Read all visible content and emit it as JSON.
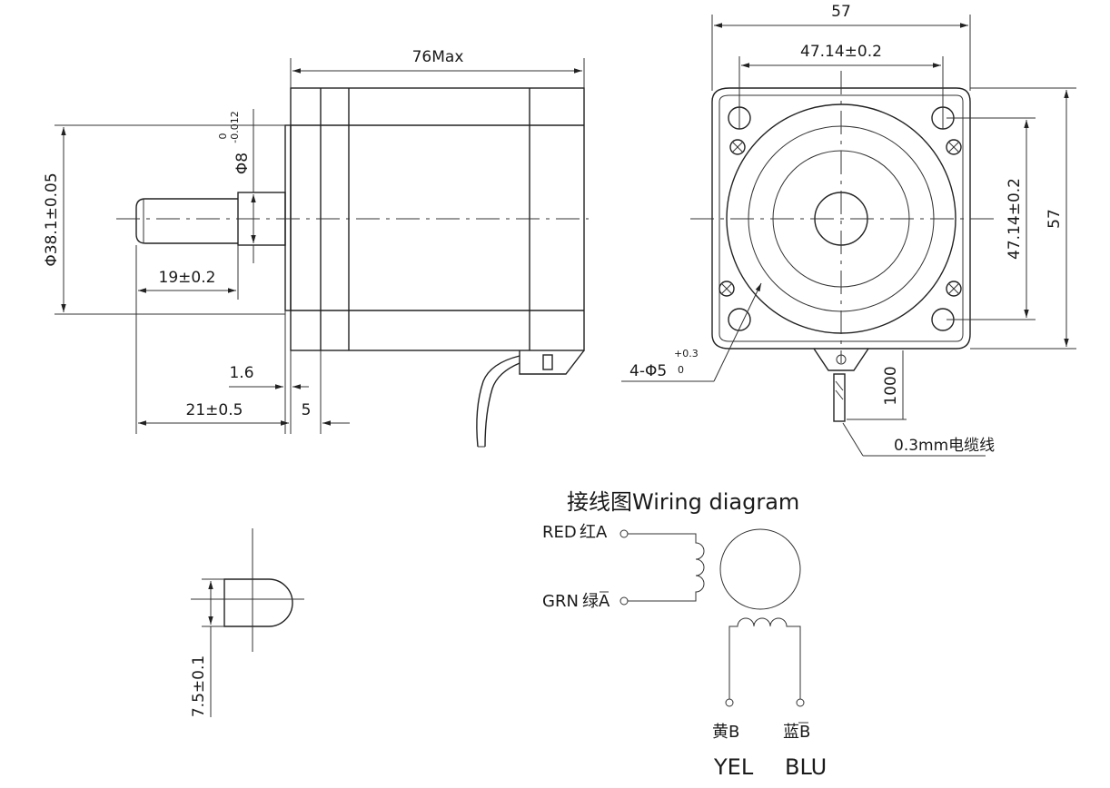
{
  "dimensions": {
    "overall_length": "76Max",
    "width_top": "57",
    "hole_spacing_top": "47.14±0.2",
    "hole_spacing_side": "47.14±0.2",
    "height_side": "57",
    "pilot_diameter": "Φ38.1±0.05",
    "shaft_diameter": "Φ8",
    "shaft_tolerance_upper": "0",
    "shaft_tolerance_lower": "-0.012",
    "shaft_length": "19±0.2",
    "flange_thickness": "1.6",
    "shaft_total": "21±0.5",
    "step_length": "5",
    "mount_holes": "4-Φ5",
    "mount_holes_tol_upper": "+0.3",
    "mount_holes_tol_lower": "0",
    "lead_length": "1000",
    "cable": "0.3mm电缆线",
    "flat_dimension": "7.5±0.1"
  },
  "wiring": {
    "title_cn": "接线图",
    "title_en": "Wiring  diagram",
    "red_label": "RED",
    "red_cn": "红A",
    "grn_label": "GRN",
    "grn_cn": "绿A",
    "yel_cn": "黄B",
    "blu_cn": "蓝B",
    "yel_label": "YEL",
    "blu_label": "BLU"
  }
}
